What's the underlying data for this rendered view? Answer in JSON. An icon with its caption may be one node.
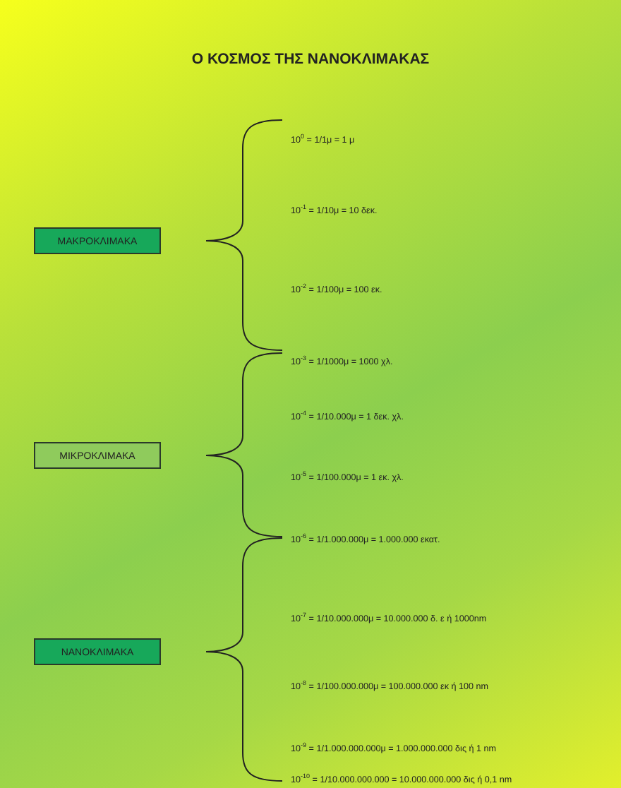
{
  "diagram": {
    "title": "Ο ΚΟΣΜΟΣ ΤΗΣ ΝΑΝΟΚΛΙΜΑΚΑΣ",
    "nodes": [
      {
        "text": [
          "ΜΑΚΡΟΚΛΙΜΑΚΑ"
        ]
      },
      {
        "text": [
          "ΜΙΚΡΟΚΛΙΜΑΚΑ"
        ]
      },
      {
        "text": [
          "ΝΑΝΟΚΛΙΜΑΚΑ"
        ]
      }
    ],
    "labels": [
      "10$^{0}$ = 1/1μ = 1 μ",
      "10$^{-1}$ = 1/10μ = 10 δεκ.",
      "10$^{-2}$ = 1/100μ = 100 εκ.",
      "10$^{-3}$ = 1/1000μ = 1000 χλ.",
      "10$^{-4}$ = 1/10.000μ = 1 δεκ. χλ.",
      "10$^{-5}$ = 1/100.000μ = 1 εκ. χλ.",
      "10$^{-6}$ = 1/1.000.000μ = 1.000.000 εκατ.",
      "10$^{-7}$ = 1/10.000.000μ = 10.000.000 δ. ε ή 1000nm",
      "10$^{-8}$ = 1/100.000.000μ = 100.000.000 εκ ή 100 nm",
      "10$^{-9}$ = 1/1.000.000.000μ = 1.000.000.000 δις ή 1 nm",
      "10$^{-10}$ = 1/10.000.000.000 = 10.000.000.000 δις ή 0,1 nm"
    ]
  }
}
